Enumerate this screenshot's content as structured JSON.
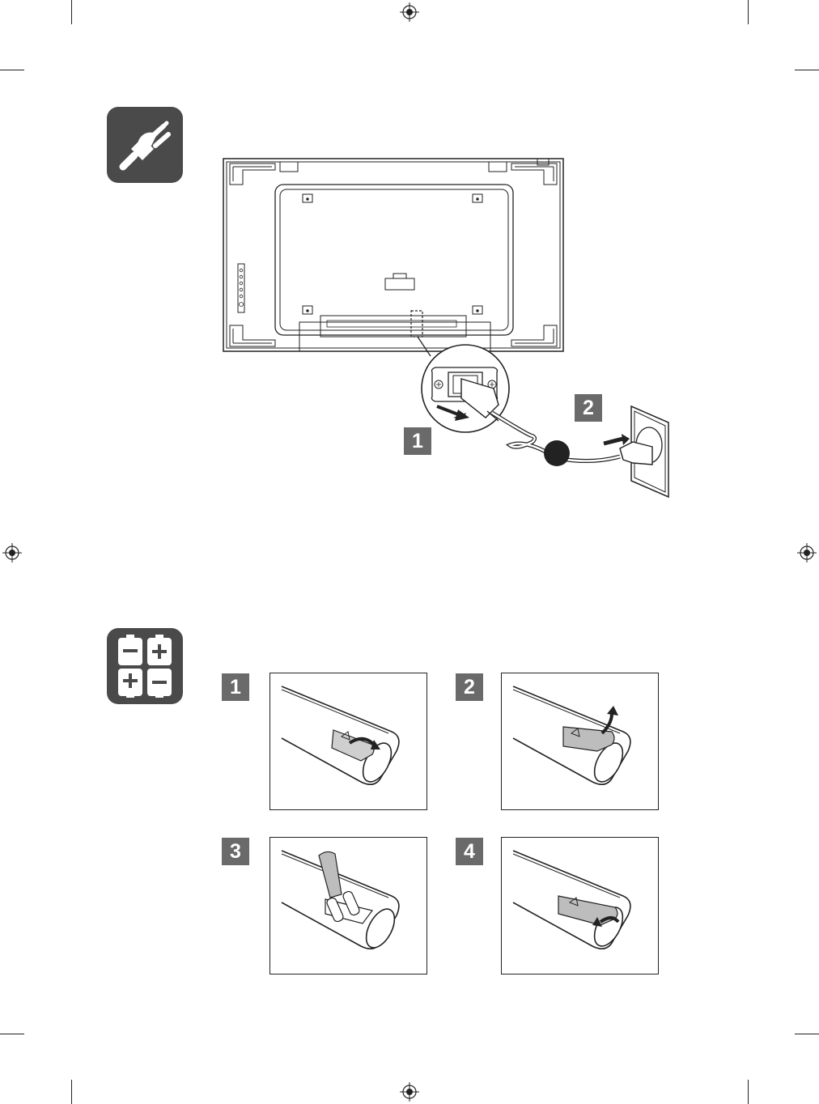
{
  "power_section": {
    "icon": "power-plug-icon",
    "steps": [
      "1",
      "2"
    ]
  },
  "battery_section": {
    "icon": "battery-icon",
    "steps": [
      "1",
      "2",
      "3",
      "4"
    ]
  },
  "colors": {
    "icon_bg": "#4a4a4a",
    "step_badge": "#6a6a6a",
    "line": "#222222"
  }
}
